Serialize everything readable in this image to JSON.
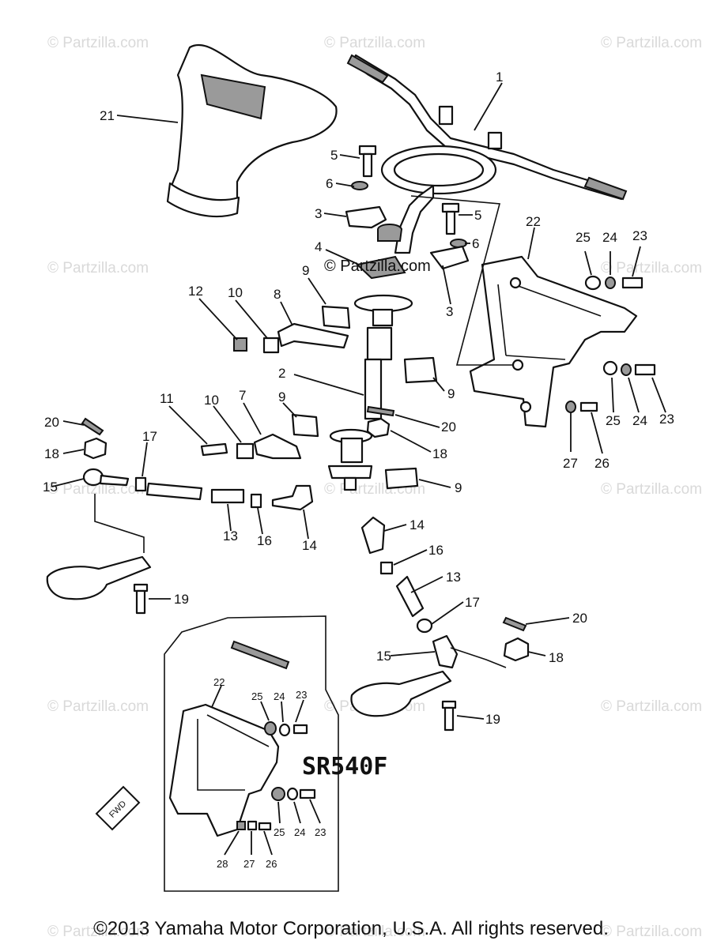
{
  "watermark": "© Partzilla.com",
  "center_watermark": "© Partzilla.com",
  "model_label": "SR540F",
  "front_arrow_label": "FWD",
  "copyright": "©2013 Yamaha Motor Corporation, U.S.A. All rights reserved.",
  "callouts": {
    "c1": "1",
    "c21": "21",
    "c5a": "5",
    "c6a": "6",
    "c3a": "3",
    "c5b": "5",
    "c6b": "6",
    "c4": "4",
    "c3b": "3",
    "c22": "22",
    "c25a": "25",
    "c24a": "24",
    "c23a": "23",
    "c12": "12",
    "c10a": "10",
    "c8": "8",
    "c9a": "9",
    "c2": "2",
    "c9b": "9",
    "c25b": "25",
    "c24b": "24",
    "c23b": "23",
    "c11": "11",
    "c10b": "10",
    "c7": "7",
    "c9c": "9",
    "c20a": "20",
    "c20b": "20",
    "c18a": "18",
    "c18b": "18",
    "c17a": "17",
    "c15a": "15",
    "c9d": "9",
    "c27a": "27",
    "c26a": "26",
    "c13a": "13",
    "c16a": "16",
    "c14a": "14",
    "c14b": "14",
    "c16b": "16",
    "c13b": "13",
    "c19a": "19",
    "c17b": "17",
    "c20c": "20",
    "c15b": "15",
    "c18c": "18",
    "c19b": "19",
    "c22b": "22",
    "c25c": "25",
    "c24c": "24",
    "c23c": "23",
    "c25d": "25",
    "c24d": "24",
    "c23d": "23",
    "c28": "28",
    "c27b": "27",
    "c26b": "26"
  }
}
